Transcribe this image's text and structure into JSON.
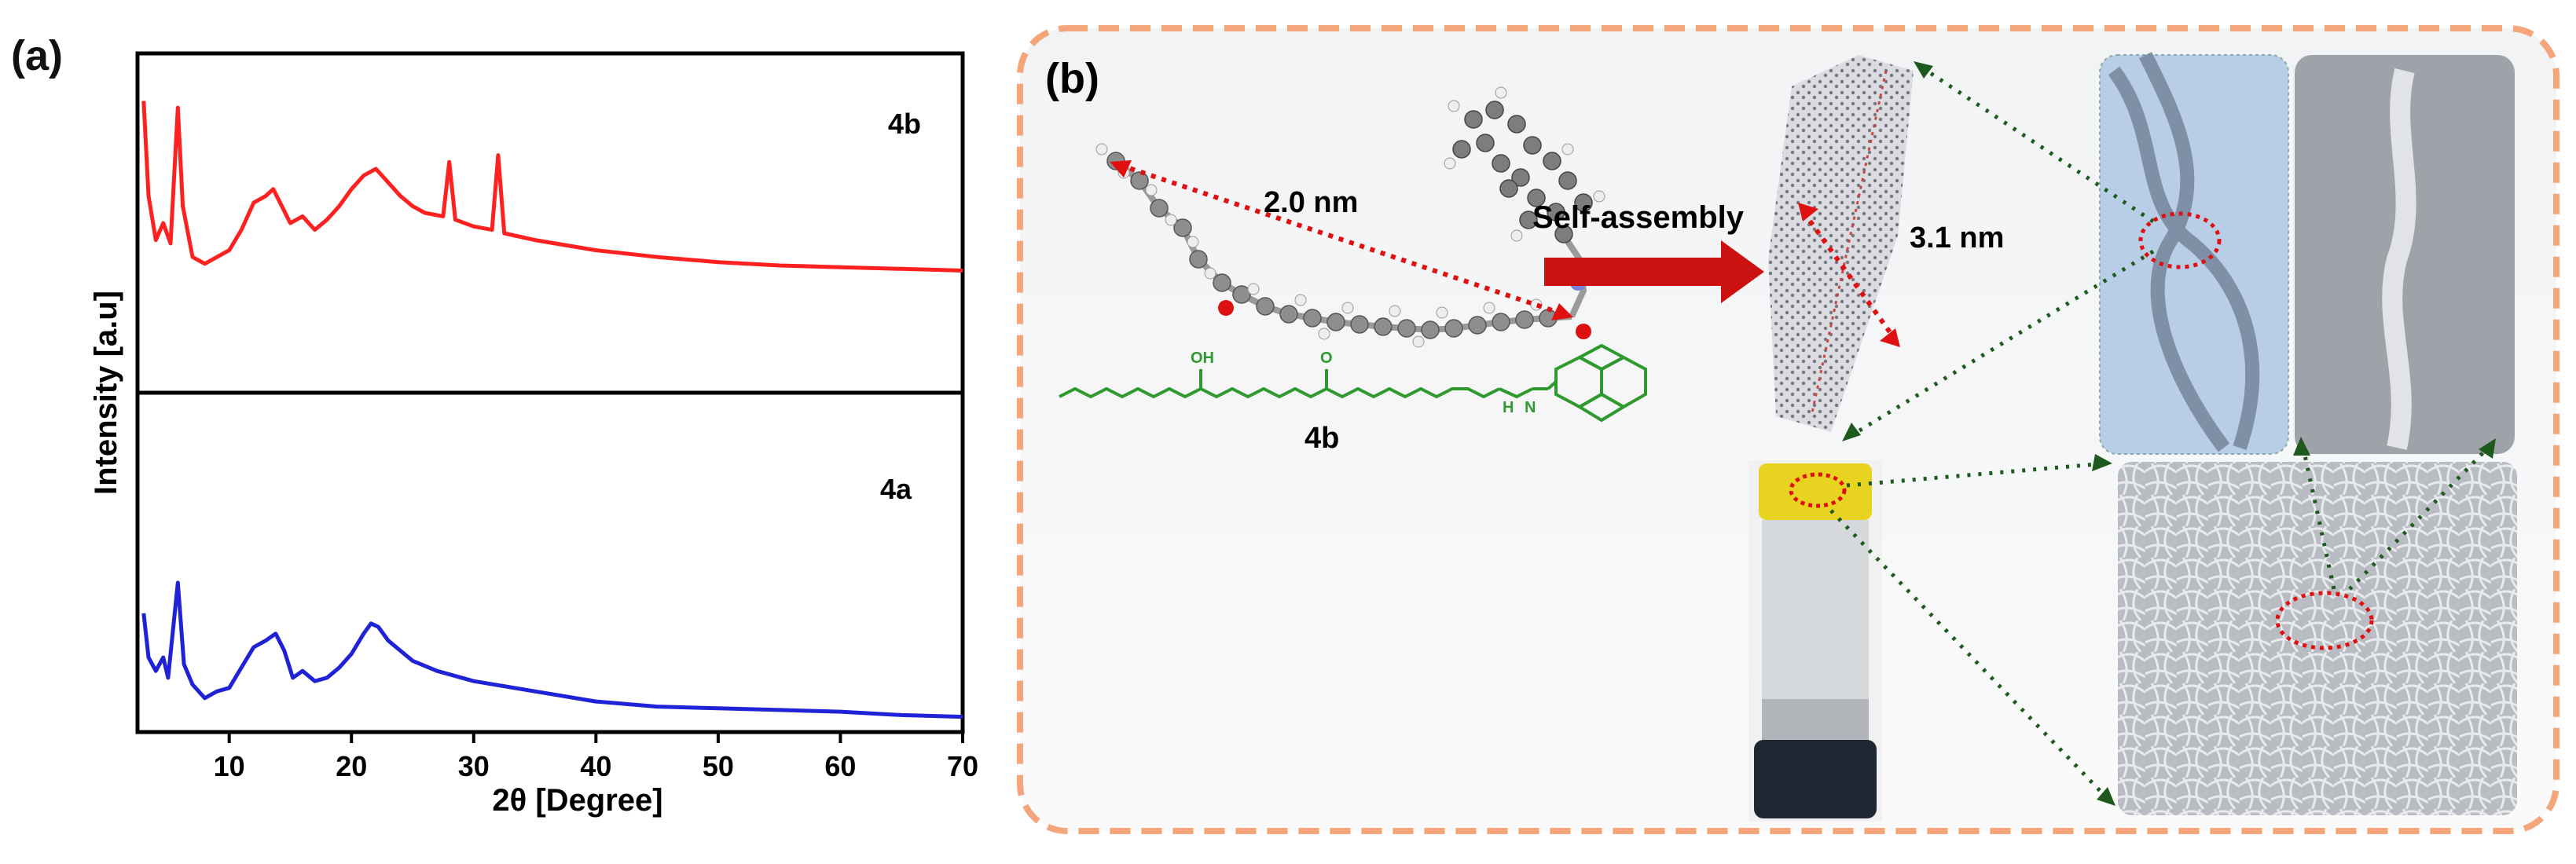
{
  "panel_a": {
    "label": "(a)",
    "ylabel": "Intensity [a.u]",
    "xlabel": "2θ [Degree]",
    "x_ticks": [
      "10",
      "20",
      "30",
      "40",
      "50",
      "60",
      "70"
    ],
    "top_label": "4b",
    "bottom_label": "4a",
    "colors": {
      "top": "#ff2020",
      "bottom": "#1f22d6"
    }
  },
  "panel_b": {
    "label": "(b)",
    "length_molecule": "2.0 nm",
    "arrow_label": "Self-assembly",
    "length_fiber": "3.1 nm",
    "compound_label": "4b",
    "oh_label": "OH",
    "o_label": "O",
    "nh_label": "H",
    "n_label": "N",
    "colors": {
      "border": "#f4a57a",
      "arrow": "#cc1111",
      "chem": "#2e9a2e"
    }
  },
  "chart_data": [
    {
      "type": "line",
      "title": "",
      "xlabel": "2θ [Degree]",
      "ylabel": "Intensity [a.u]",
      "xlim": [
        2.5,
        70
      ],
      "x_ticks": [
        10,
        20,
        30,
        40,
        50,
        60,
        70
      ],
      "series": [
        {
          "name": "4b",
          "color": "#ff2020",
          "x": [
            3.0,
            3.4,
            4.0,
            4.6,
            5.2,
            5.8,
            6.2,
            7.0,
            8.0,
            9.0,
            10.0,
            11.0,
            12.0,
            13.0,
            13.6,
            14.3,
            15.0,
            16.0,
            17.0,
            18.0,
            19.0,
            20.0,
            21.0,
            22.0,
            23.0,
            24.0,
            25.0,
            26.0,
            27.5,
            28.0,
            28.5,
            30.0,
            31.5,
            32.0,
            32.5,
            35.0,
            40.0,
            45.0,
            50.0,
            55.0,
            60.0,
            65.0,
            70.0
          ],
          "y": [
            0.86,
            0.58,
            0.45,
            0.5,
            0.44,
            0.84,
            0.55,
            0.4,
            0.38,
            0.4,
            0.42,
            0.48,
            0.56,
            0.58,
            0.6,
            0.55,
            0.5,
            0.52,
            0.48,
            0.51,
            0.55,
            0.6,
            0.64,
            0.66,
            0.62,
            0.58,
            0.55,
            0.53,
            0.52,
            0.68,
            0.51,
            0.49,
            0.48,
            0.7,
            0.47,
            0.45,
            0.42,
            0.4,
            0.385,
            0.375,
            0.37,
            0.365,
            0.36
          ]
        },
        {
          "name": "4a",
          "color": "#1f22d6",
          "x": [
            3.0,
            3.4,
            4.0,
            4.6,
            5.0,
            5.8,
            6.3,
            7.0,
            8.0,
            9.0,
            10.0,
            11.0,
            12.0,
            13.0,
            13.8,
            14.5,
            15.2,
            16.0,
            17.0,
            18.0,
            19.0,
            20.0,
            21.0,
            21.6,
            22.2,
            23.0,
            24.0,
            25.0,
            27.0,
            30.0,
            35.0,
            40.0,
            45.0,
            50.0,
            55.0,
            60.0,
            65.0,
            70.0
          ],
          "y": [
            0.35,
            0.22,
            0.18,
            0.22,
            0.16,
            0.44,
            0.2,
            0.14,
            0.1,
            0.12,
            0.13,
            0.19,
            0.25,
            0.27,
            0.29,
            0.24,
            0.16,
            0.18,
            0.15,
            0.16,
            0.19,
            0.23,
            0.29,
            0.32,
            0.31,
            0.27,
            0.24,
            0.21,
            0.18,
            0.15,
            0.12,
            0.09,
            0.075,
            0.07,
            0.065,
            0.06,
            0.05,
            0.045
          ]
        }
      ]
    }
  ]
}
